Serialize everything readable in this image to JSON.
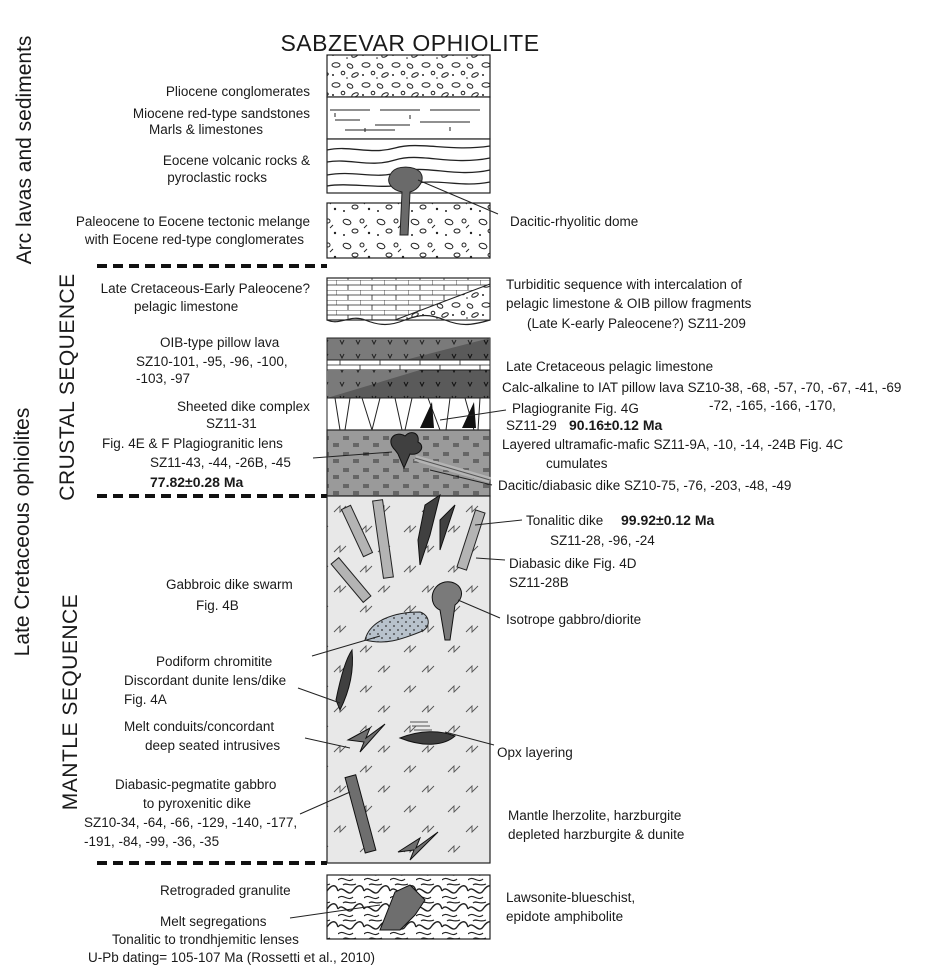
{
  "title": "SABZEVAR OPHIOLITE",
  "side_labels": {
    "arc": "Arc lavas and sediments",
    "late_cret": "Late Cretaceous ophiolites",
    "crustal": "CRUSTAL SEQUENCE",
    "mantle": "MANTLE SEQUENCE"
  },
  "left_labels": {
    "pliocene": "Pliocene conglomerates",
    "miocene": "Miocene red-type sandstones",
    "marls": "Marls & limestones",
    "eocene1": "Eocene volcanic rocks &",
    "eocene2": "pyroclastic rocks",
    "paleocene1": "Paleocene to Eocene tectonic melange",
    "paleocene2": "with Eocene red-type conglomerates",
    "latecret1": "Late Cretaceous-Early Paleocene?",
    "latecret2": "pelagic limestone",
    "oib1": "OIB-type pillow lava",
    "oib2": "SZ10-101, -95, -96, -100,",
    "oib3": "-103, -97",
    "sheeted1": "Sheeted dike complex",
    "sheeted2": "SZ11-31",
    "fig4ef": "Fig. 4E & F  Plagiogranitic lens",
    "sz1143": "SZ11-43, -44, -26B, -45",
    "age7782": "77.82±0.28 Ma",
    "gabbroic": "Gabbroic dike swarm",
    "fig4b": "Fig. 4B",
    "podiform": "Podiform chromitite",
    "discordant": "Discordant dunite lens/dike",
    "fig4a": "Fig. 4A",
    "melt1": "Melt conduits/concordant",
    "melt2": "deep seated intrusives",
    "diab1": "Diabasic-pegmatite gabbro",
    "diab2": "to pyroxenitic dike",
    "diab3": "SZ10-34, -64, -66, -129, -140, -177,",
    "diab4": "-191, -84, -99, -36, -35",
    "retro": "Retrograded granulite",
    "meltseg": "Melt segregations",
    "tonal": "Tonalitic to trondhjemitic lenses",
    "upb": "U-Pb dating= 105-107 Ma (Rossetti et al., 2010)"
  },
  "right_labels": {
    "dome": "Dacitic-rhyolitic dome",
    "turb1": "Turbiditic sequence with intercalation of",
    "turb2": "pelagic limestone & OIB pillow fragments",
    "turb3": "(Late K-early Paleocene?)  SZ11-209",
    "latepel": "Late Cretaceous pelagic limestone",
    "calc1": "Calc-alkaline to IAT pillow lava  SZ10-38, -68, -57, -70, -67, -41, -69",
    "calc2": "-72, -165, -166, -170,",
    "plag1": "Plagiogranite  Fig. 4G",
    "plag2": "SZ11-29",
    "plag_age": "90.16±0.12 Ma",
    "layered1": "Layered ultramafic-mafic  SZ11-9A, -10, -14, -24B  Fig. 4C",
    "layered2": "cumulates",
    "dacdike": "Dacitic/diabasic dike  SZ10-75, -76, -203, -48, -49",
    "tonalitic1": "Tonalitic dike",
    "tonalitic_age": "99.92±0.12 Ma",
    "tonalitic2": "SZ11-28, -96, -24",
    "diabdike1": "Diabasic dike  Fig. 4D",
    "diabdike2": "SZ11-28B",
    "isotrope": "Isotrope gabbro/diorite",
    "opx": "Opx layering",
    "mantle1": "Mantle lherzolite, harzburgite",
    "mantle2": "depleted harzburgite & dunite",
    "lawsonite1": "Lawsonite-blueschist,",
    "lawsonite2": "epidote amphibolite"
  },
  "colors": {
    "mantle_fill": "#e8e8e8",
    "crust_fill": "#9a9a9a",
    "pillow_dark": "#6e6e6e",
    "dike_fill": "#b4b4b4",
    "dark_body": "#404040"
  }
}
